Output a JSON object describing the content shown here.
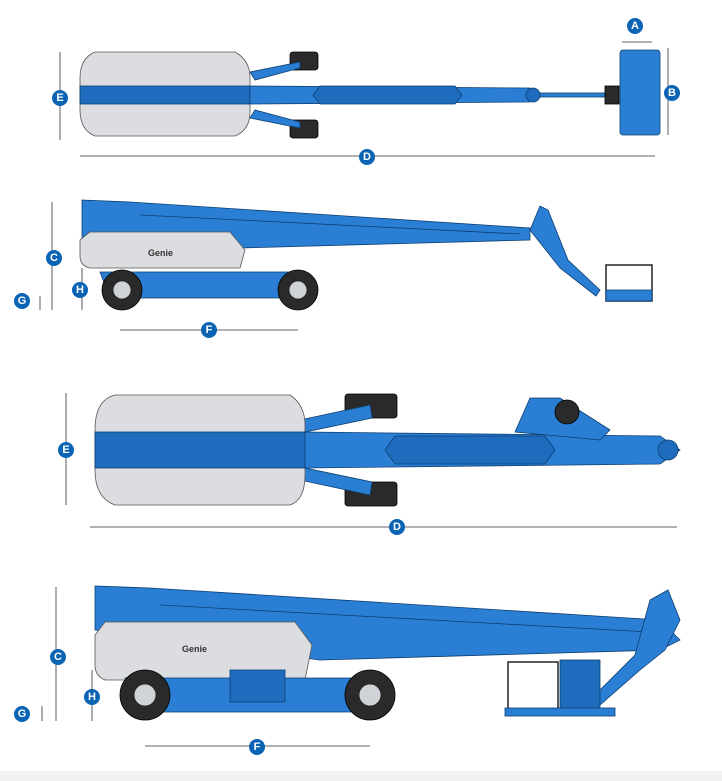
{
  "diagram": {
    "views": [
      {
        "name": "top-view-stowed",
        "labels": {
          "width_platform": "A",
          "platform_height": "B",
          "length": "D",
          "width": "E"
        }
      },
      {
        "name": "side-view-stowed",
        "labels": {
          "height": "C",
          "ground_clearance": "G",
          "chassis_height": "H",
          "wheelbase": "F"
        }
      },
      {
        "name": "top-view-stowed-xc",
        "labels": {
          "length": "D",
          "width": "E"
        }
      },
      {
        "name": "side-view-stowed-xc",
        "labels": {
          "height": "C",
          "ground_clearance": "G",
          "chassis_height": "H",
          "wheelbase": "F"
        }
      }
    ],
    "logo_text": "Genie",
    "colors": {
      "machine_blue": "#2a7fd4",
      "badge_blue": "#0b63b3",
      "counterweight_gray": "#dcdde0"
    }
  }
}
